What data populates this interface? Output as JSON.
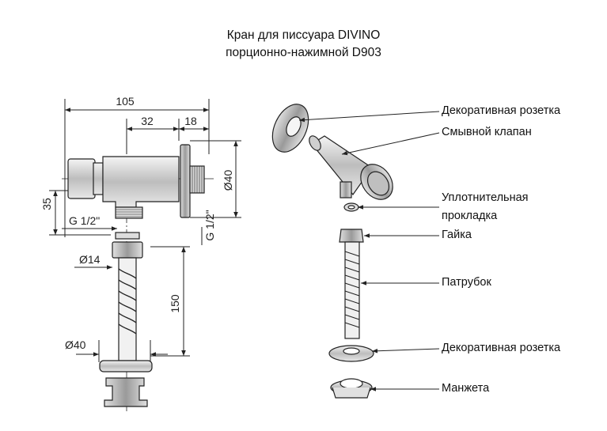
{
  "title": {
    "line1": "Кран для писсуара DIVINO",
    "line2": "порционно-нажимной  D903"
  },
  "dimensions": {
    "overall_width": "105",
    "body_length": "32",
    "flange_thickness": "18",
    "rosette_diameter": "Ø40",
    "height_35": "35",
    "thread_left": "G 1/2\"",
    "thread_right": "G 1/2\"",
    "pipe_diameter": "Ø14",
    "pipe_length": "150",
    "bottom_diameter": "Ø40"
  },
  "parts": [
    "Декоративная розетка",
    "Смывной клапан",
    "Уплотнительная",
    "прокладка",
    "Гайка",
    "Патрубок",
    "Декоративная розетка",
    "Манжета"
  ]
}
